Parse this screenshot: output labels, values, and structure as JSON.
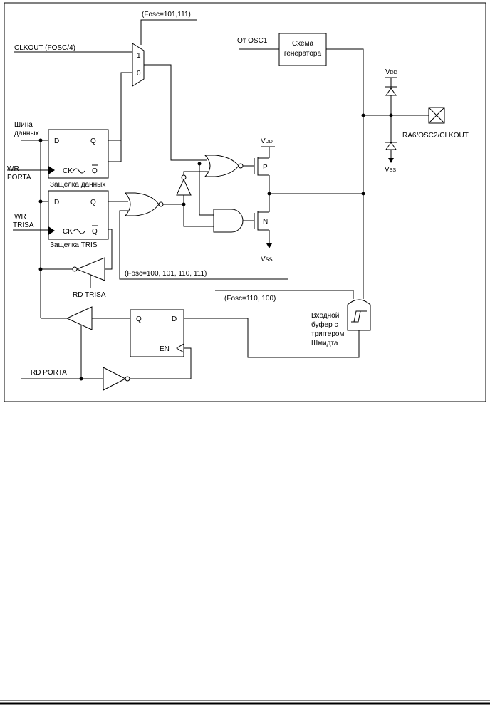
{
  "labels": {
    "fosc_mux": "(Fosc=101,111)",
    "clkout": "CLKOUT (FOSC/4)",
    "mux_1": "1",
    "mux_0": "0",
    "from_osc1": "От OSC1",
    "osc_block_line1": "Схема",
    "osc_block_line2": "генератора",
    "vdd_right_main": "V",
    "vdd_right_sub": "DD",
    "pin": "RA6/OSC2/CLKOUT",
    "vss_right_main": "V",
    "vss_right_sub": "SS",
    "data_bus_line1": "Шина",
    "data_bus_line2": "данных",
    "wr_porta_line1": "WR",
    "wr_porta_line2": "PORTA",
    "latch_data_d": "D",
    "latch_data_q": "Q",
    "latch_data_ck": "CK",
    "latch_data_qbar": "Q",
    "latch_data_name": "Защелка данных",
    "vdd_mid_main": "V",
    "vdd_mid_sub": "DD",
    "p_label": "P",
    "n_label": "N",
    "vss_mid": "Vss",
    "wr_trisa_line1": "WR",
    "wr_trisa_line2": "TRISA",
    "latch_tris_d": "D",
    "latch_tris_q": "Q",
    "latch_tris_ck": "CK",
    "latch_tris_qbar": "Q",
    "latch_tris_name": "Защелка TRIS",
    "fosc_tris": "(Fosc=100, 101, 110, 111)",
    "rd_trisa": "RD TRISA",
    "fosc_buf": "(Fosc=110, 100)",
    "schmitt_line1": "Входной",
    "schmitt_line2": "буфер с",
    "schmitt_line3": "триггером",
    "schmitt_line4": "Шмидта",
    "rd_latch_q": "Q",
    "rd_latch_d": "D",
    "rd_latch_en": "EN",
    "rd_porta": "RD PORTA"
  }
}
